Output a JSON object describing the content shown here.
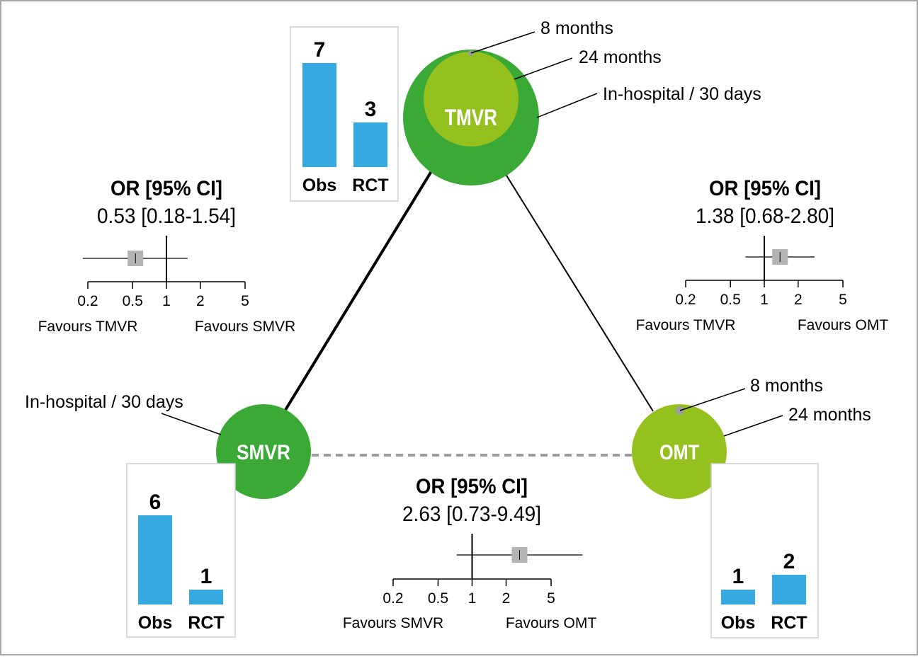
{
  "colors": {
    "dark_green": "#3aa935",
    "light_green": "#95c11f",
    "bar_blue": "#36a9e1",
    "marker_gray": "#b3b3b3",
    "dot_gray": "#9d9d9d",
    "box_border": "#cfcfcf",
    "frame_border": "#a8a8a8"
  },
  "nodes": {
    "tmvr": {
      "label": "TMVR",
      "legend": {
        "short": "8 months",
        "mid": "24 months",
        "long": "In-hospital / 30 days"
      },
      "bars": {
        "categories": [
          "Obs",
          "RCT"
        ],
        "values": [
          7,
          3
        ]
      }
    },
    "smvr": {
      "label": "SMVR",
      "legend": {
        "long": "In-hospital / 30 days"
      },
      "bars": {
        "categories": [
          "Obs",
          "RCT"
        ],
        "values": [
          6,
          1
        ]
      }
    },
    "omt": {
      "label": "OMT",
      "legend": {
        "short": "8 months",
        "mid": "24 months"
      },
      "bars": {
        "categories": [
          "Obs",
          "RCT"
        ],
        "values": [
          1,
          2
        ]
      }
    }
  },
  "comparisons": {
    "tmvr_smvr": {
      "title": "OR [95% CI]",
      "value_text": "0.53 [0.18-1.54]",
      "or": 0.53,
      "ci": [
        0.18,
        1.54
      ],
      "ticks": [
        "0.2",
        "0.5",
        "1",
        "2",
        "5"
      ],
      "favours_left": "Favours TMVR",
      "favours_right": "Favours SMVR"
    },
    "tmvr_omt": {
      "title": "OR [95% CI]",
      "value_text": "1.38 [0.68-2.80]",
      "or": 1.38,
      "ci": [
        0.68,
        2.8
      ],
      "ticks": [
        "0.2",
        "0.5",
        "1",
        "2",
        "5"
      ],
      "favours_left": "Favours TMVR",
      "favours_right": "Favours OMT"
    },
    "smvr_omt": {
      "title": "OR [95% CI]",
      "value_text": "2.63 [0.73-9.49]",
      "or": 2.63,
      "ci": [
        0.73,
        9.49
      ],
      "ticks": [
        "0.2",
        "0.5",
        "1",
        "2",
        "5"
      ],
      "favours_left": "Favours SMVR",
      "favours_right": "Favours OMT"
    }
  }
}
